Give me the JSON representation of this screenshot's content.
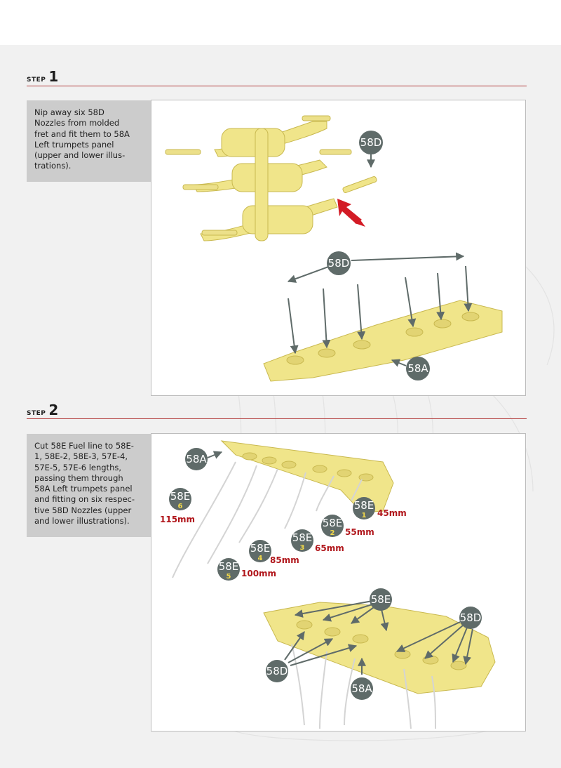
{
  "steps": [
    {
      "word": "step",
      "number": "1",
      "note": "Nip away six 58D\nNozzles from molded\nfret and fit them to 58A\nLeft trumpets panel\n(upper and lower illus-\ntrations).",
      "callouts": {
        "top_part": "58D",
        "lower_part": "58D",
        "panel_part": "58A"
      }
    },
    {
      "word": "step",
      "number": "2",
      "note": "Cut 58E Fuel line to 58E-\n1, 58E-2, 58E-3, 57E-4,\n57E-5, 57E-6 lengths,\npassing them through\n58A Left trumpets panel\nand fitting on six respec-\ntive 58D Nozzles (upper\nand lower illustrations).",
      "callouts": {
        "panel_part": "58A",
        "lines": [
          {
            "label": "58E",
            "sub": "6",
            "length": "115mm"
          },
          {
            "label": "58E",
            "sub": "5",
            "length": "100mm"
          },
          {
            "label": "58E",
            "sub": "4",
            "length": "85mm"
          },
          {
            "label": "58E",
            "sub": "3",
            "length": "65mm"
          },
          {
            "label": "58E",
            "sub": "2",
            "length": "55mm"
          },
          {
            "label": "58E",
            "sub": "1",
            "length": "45mm"
          }
        ],
        "lower_fuel": "58E",
        "lower_nozzle_right": "58D",
        "lower_nozzle_left": "58D",
        "lower_panel": "58A"
      }
    }
  ],
  "colors": {
    "accent_rule": "#b23b3b",
    "callout": "#5f6b69",
    "part": "#f0e58a",
    "arrow_red": "#d31b25",
    "length_text": "#b0151a",
    "callout_sub": "#f2d94a"
  }
}
